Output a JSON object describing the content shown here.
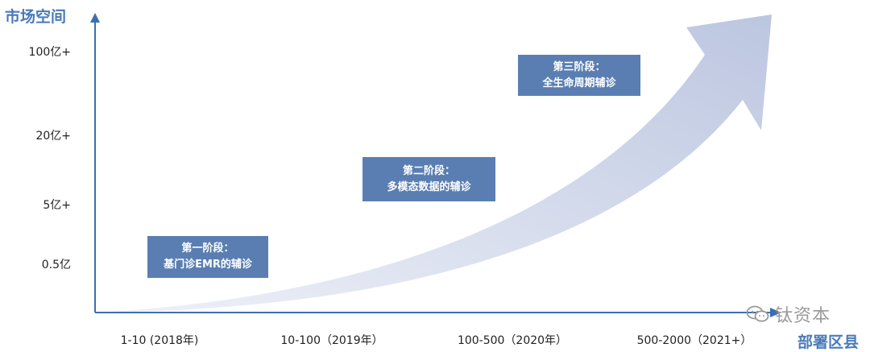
{
  "chart_data": {
    "type": "area",
    "y_axis_title": "市场空间",
    "x_axis_title": "部署区县",
    "y_ticks": [
      "100亿+",
      "20亿+",
      "5亿+",
      "0.5亿"
    ],
    "x_ticks": [
      "1-10 (2018年)",
      "10-100（2019年）",
      "100-500（2020年）",
      "500-2000（2021+）"
    ],
    "stages": [
      {
        "title": "第一阶段：",
        "subtitle": "基门诊EMR的辅诊"
      },
      {
        "title": "第二阶段：",
        "subtitle": "多模态数据的辅诊"
      },
      {
        "title": "第三阶段：",
        "subtitle": "全生命周期辅诊"
      }
    ],
    "arrow_color": "#c9d1e6",
    "axis_color": "#3c6fb0",
    "box_color": "#5a7eb2"
  },
  "watermark": {
    "text": "钛资本",
    "icon": "wechat-icon"
  }
}
